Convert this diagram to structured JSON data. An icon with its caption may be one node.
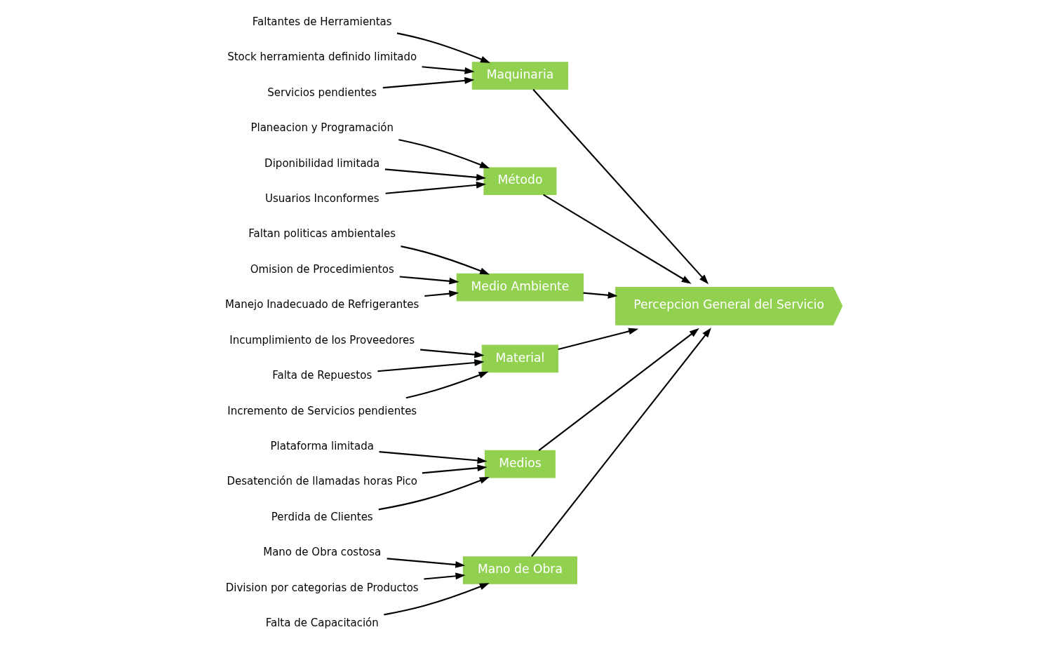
{
  "diagram": {
    "nodes": [
      {
        "text": [
          "Mano de Obra"
        ]
      },
      {
        "text": [
          "Maquinaria"
        ]
      },
      {
        "text": [
          "Método"
        ]
      },
      {
        "text": [
          "Medio Ambiente"
        ]
      },
      {
        "text": [
          "Material"
        ]
      },
      {
        "text": [
          "Medios"
        ]
      },
      {
        "text": [
          "Percepcion General del Servicio"
        ]
      },
      {
        "text": [
          "Mano de Obra costosa"
        ]
      },
      {
        "text": [
          "Division por categorias de Productos"
        ]
      },
      {
        "text": [
          "Falta de Capacitación"
        ]
      },
      {
        "text": [
          "Faltantes de Herramientas"
        ]
      },
      {
        "text": [
          "Stock herramienta definido limitado"
        ]
      },
      {
        "text": [
          "Servicios pendientes"
        ]
      },
      {
        "text": [
          "Planeacion y Programación"
        ]
      },
      {
        "text": [
          "Diponibilidad limitada"
        ]
      },
      {
        "text": [
          "Usuarios Inconformes"
        ]
      },
      {
        "text": [
          "Faltan politicas ambientales"
        ]
      },
      {
        "text": [
          "Omision de Procedimientos"
        ]
      },
      {
        "text": [
          "Manejo Inadecuado de Refrigerantes"
        ]
      },
      {
        "text": [
          "Incumplimiento de los Proveedores"
        ]
      },
      {
        "text": [
          "Falta de Repuestos"
        ]
      },
      {
        "text": [
          "Incremento de Servicios pendientes"
        ]
      },
      {
        "text": [
          "Plataforma limitada"
        ]
      },
      {
        "text": [
          "Desatención de llamadas horas Pico"
        ]
      },
      {
        "text": [
          "Perdida de Clientes"
        ]
      }
    ],
    "edges": [
      {
        "from": 0,
        "to": 6,
        "arrow": "to"
      },
      {
        "from": 1,
        "to": 6,
        "arrow": "to"
      },
      {
        "from": 2,
        "to": 6,
        "arrow": "to"
      },
      {
        "from": 3,
        "to": 6,
        "arrow": "to"
      },
      {
        "from": 4,
        "to": 6,
        "arrow": "to"
      },
      {
        "from": 5,
        "to": 6,
        "arrow": "to"
      },
      {
        "from": 7,
        "to": 0,
        "arrow": "to"
      },
      {
        "from": 8,
        "to": 0,
        "arrow": "to"
      },
      {
        "from": 9,
        "to": 0,
        "arrow": "to"
      },
      {
        "from": 10,
        "to": 1,
        "arrow": "to"
      },
      {
        "from": 11,
        "to": 1,
        "arrow": "to"
      },
      {
        "from": 12,
        "to": 1,
        "arrow": "to"
      },
      {
        "from": 13,
        "to": 2,
        "arrow": "to"
      },
      {
        "from": 14,
        "to": 2,
        "arrow": "to"
      },
      {
        "from": 15,
        "to": 2,
        "arrow": "to"
      },
      {
        "from": 16,
        "to": 3,
        "arrow": "to"
      },
      {
        "from": 17,
        "to": 3,
        "arrow": "to"
      },
      {
        "from": 18,
        "to": 3,
        "arrow": "to"
      },
      {
        "from": 19,
        "to": 4,
        "arrow": "to"
      },
      {
        "from": 20,
        "to": 4,
        "arrow": "to"
      },
      {
        "from": 21,
        "to": 4,
        "arrow": "to"
      },
      {
        "from": 22,
        "to": 5,
        "arrow": "to"
      },
      {
        "from": 23,
        "to": 5,
        "arrow": "to"
      },
      {
        "from": 24,
        "to": 5,
        "arrow": "to"
      }
    ]
  }
}
